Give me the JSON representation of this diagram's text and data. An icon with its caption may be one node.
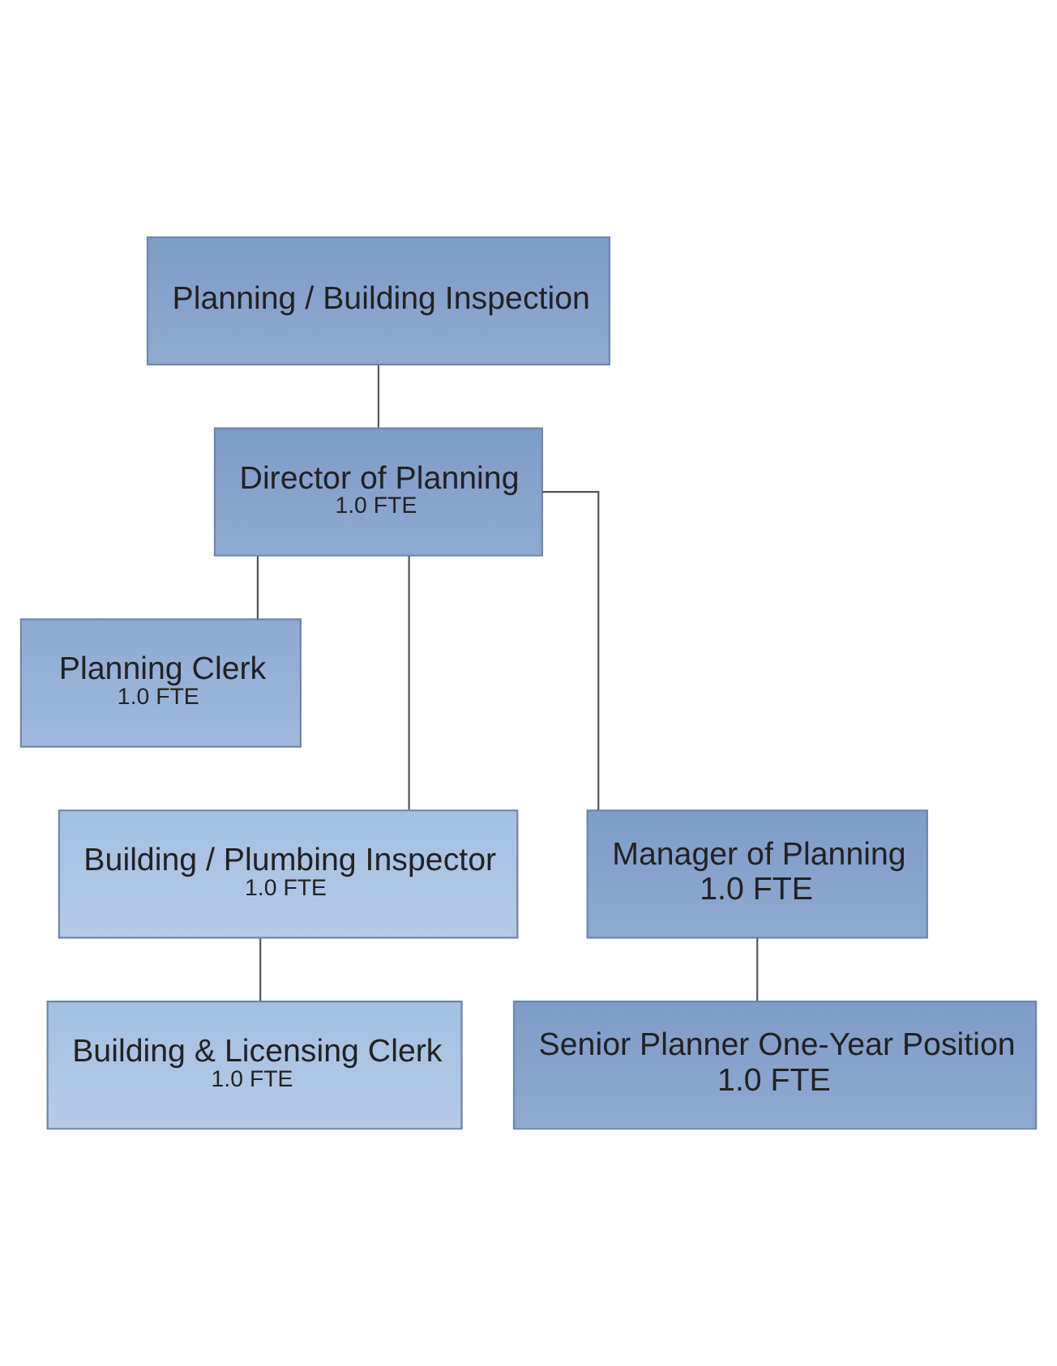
{
  "diagram": {
    "nodes": [
      {
        "text": [
          "Planning / Building Inspection"
        ]
      },
      {
        "text": [
          "Director of Planning",
          "1.0 FTE"
        ]
      },
      {
        "text": [
          "Planning Clerk",
          "1.0 FTE"
        ]
      },
      {
        "text": [
          "Building / Plumbing Inspector",
          "1.0 FTE"
        ]
      },
      {
        "text": [
          "Manager of Planning",
          "1.0 FTE"
        ]
      },
      {
        "text": [
          "Building & Licensing Clerk",
          "1.0 FTE"
        ]
      },
      {
        "text": [
          "Senior Planner One-Year Position",
          "1.0 FTE"
        ]
      }
    ],
    "edges": [
      {
        "from": 0,
        "to": 1,
        "arrow": "none"
      },
      {
        "from": 1,
        "to": 2,
        "arrow": "none"
      },
      {
        "from": 1,
        "to": 3,
        "arrow": "none"
      },
      {
        "from": 1,
        "to": 4,
        "arrow": "none"
      },
      {
        "from": 3,
        "to": 5,
        "arrow": "none"
      },
      {
        "from": 4,
        "to": 6,
        "arrow": "none"
      }
    ]
  }
}
